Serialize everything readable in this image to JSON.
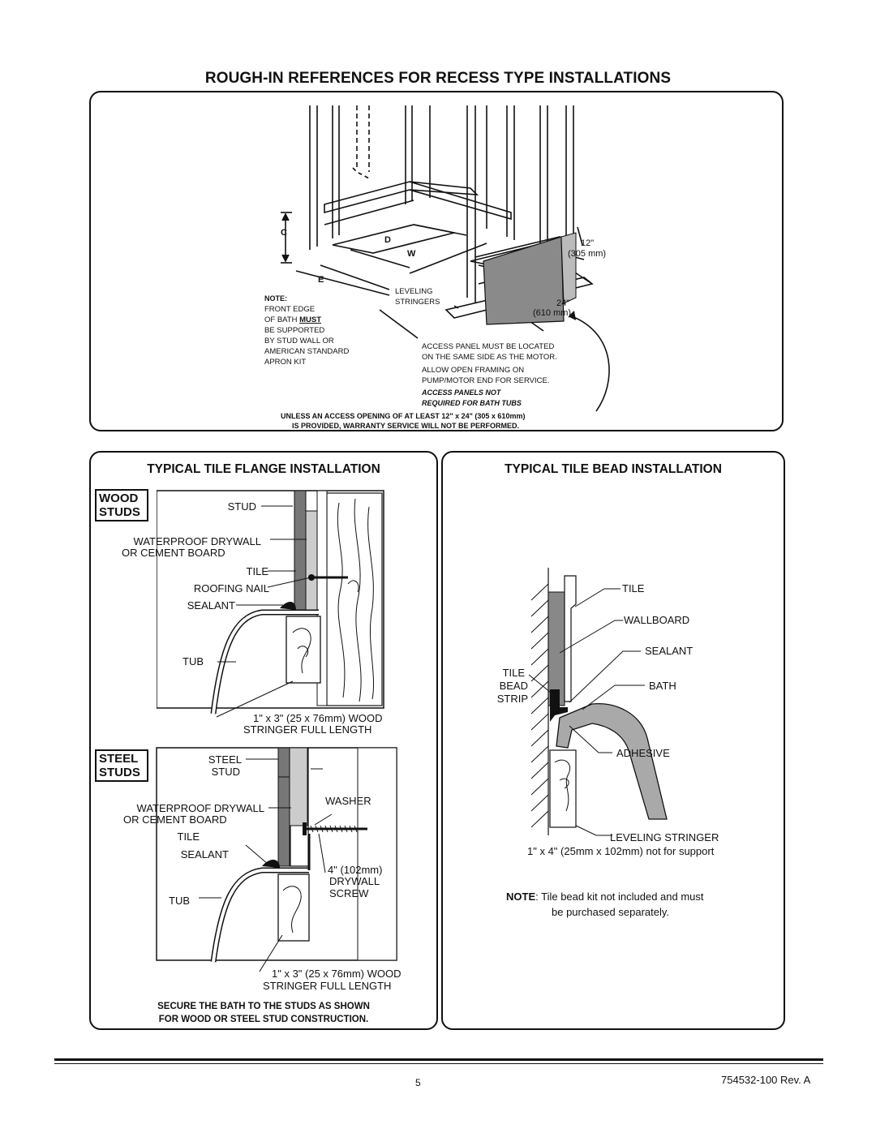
{
  "page": {
    "title": "ROUGH-IN REFERENCES FOR RECESS TYPE INSTALLATIONS",
    "page_number": "5",
    "doc_number": "754532-100 Rev. A"
  },
  "rough_in": {
    "dim_c": "C",
    "dim_d": "D",
    "dim_w": "W",
    "dim_e": "E",
    "dim_12": "12\"",
    "dim_305": "(305 mm)",
    "dim_24": "24\"",
    "dim_610": "(610 mm)",
    "note_label": "NOTE:",
    "note_lines": [
      "FRONT EDGE",
      "OF BATH",
      "MUST",
      "BE SUPPORTED",
      "BY STUD WALL OR",
      "AMERICAN STANDARD",
      "APRON KIT"
    ],
    "leveling_1": "LEVELING",
    "leveling_2": "STRINGERS",
    "access_1": "ACCESS PANEL MUST BE LOCATED",
    "access_2": "ON THE SAME SIDE AS THE MOTOR.",
    "allow_1": "ALLOW OPEN FRAMING ON",
    "allow_2": "PUMP/MOTOR END FOR SERVICE.",
    "not_req_1": "ACCESS PANELS NOT",
    "not_req_2": "REQUIRED FOR BATH TUBS",
    "warning_1": "UNLESS AN ACCESS OPENING OF AT LEAST 12\" x 24\" (305 x 610mm)",
    "warning_2": "IS PROVIDED, WARRANTY SERVICE WILL NOT BE PERFORMED."
  },
  "flange": {
    "title": "TYPICAL TILE FLANGE INSTALLATION",
    "wood_badge_1": "WOOD",
    "wood_badge_2": "STUDS",
    "stud": "STUD",
    "drywall_1": "WATERPROOF DRYWALL",
    "drywall_2": "OR CEMENT BOARD",
    "tile": "TILE",
    "roofing_nail": "ROOFING NAIL",
    "sealant": "SEALANT",
    "tub": "TUB",
    "stringer_1": "1\" x 3\" (25 x 76mm) WOOD",
    "stringer_2": "STRINGER FULL LENGTH",
    "steel_badge_1": "STEEL",
    "steel_badge_2": "STUDS",
    "steel_stud_1": "STEEL",
    "steel_stud_2": "STUD",
    "washer": "WASHER",
    "screw_1": "4\" (102mm)",
    "screw_2": "DRYWALL",
    "screw_3": "SCREW",
    "secure_1": "SECURE THE BATH TO THE STUDS AS SHOWN",
    "secure_2": "FOR WOOD OR STEEL STUD CONSTRUCTION."
  },
  "bead": {
    "title": "TYPICAL TILE BEAD INSTALLATION",
    "tile": "TILE",
    "wallboard": "WALLBOARD",
    "sealant": "SEALANT",
    "bath": "BATH",
    "bead_1": "TILE",
    "bead_2": "BEAD",
    "bead_3": "STRIP",
    "adhesive": "ADHESIVE",
    "leveling": "LEVELING STRINGER",
    "leveling_note": "1\" x 4\" (25mm x 102mm) not for support",
    "note_label": "NOTE",
    "note_text": ": Tile bead kit not included and must",
    "note_text_2": "be purchased separately."
  }
}
